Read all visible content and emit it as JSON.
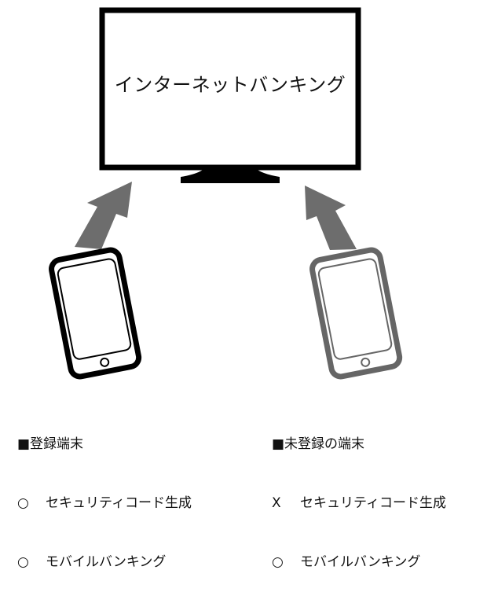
{
  "monitor": {
    "title": "インターネットバンキング"
  },
  "devices": {
    "registered": {
      "heading": "■登録端末",
      "features": [
        {
          "mark": "○",
          "label": "セキュリティコード生成"
        },
        {
          "mark": "○",
          "label": "モバイルバンキング"
        }
      ],
      "color": "#000000"
    },
    "unregistered": {
      "heading": "■未登録の端末",
      "features": [
        {
          "mark": "X",
          "label": "セキュリティコード生成"
        },
        {
          "mark": "○",
          "label": "モバイルバンキング"
        }
      ],
      "color": "#666666"
    }
  },
  "arrow_color": "#6d6d6d"
}
